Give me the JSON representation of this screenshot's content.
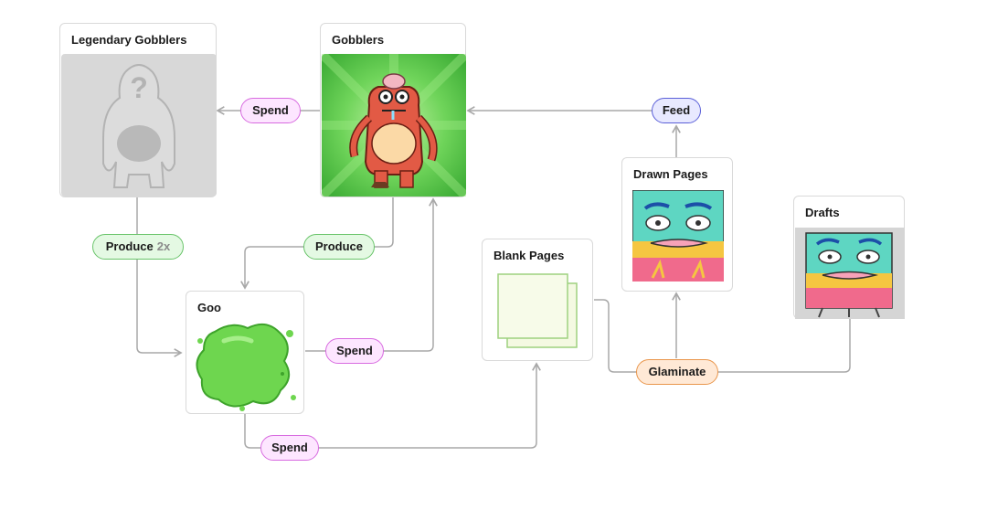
{
  "nodes": {
    "legendary_gobblers": {
      "title": "Legendary Gobblers",
      "placeholder_glyph": "?"
    },
    "gobblers": {
      "title": "Gobblers"
    },
    "goo": {
      "title": "Goo"
    },
    "blank_pages": {
      "title": "Blank Pages"
    },
    "drawn_pages": {
      "title": "Drawn Pages"
    },
    "drafts": {
      "title": "Drafts"
    }
  },
  "actions": {
    "spend_to_legendary": "Spend",
    "feed": "Feed",
    "produce_legendary": "Produce",
    "produce_legendary_multiplier": "2x",
    "produce_gobblers": "Produce",
    "spend_goo_to_gobblers": "Spend",
    "spend_goo_to_pages": "Spend",
    "glaminate": "Glaminate"
  },
  "colors": {
    "pink_action": "#d86be0",
    "green_action": "#69c46a",
    "blue_action": "#5a5fd8",
    "orange_action": "#e9964c",
    "connector": "#a8a8a8"
  }
}
